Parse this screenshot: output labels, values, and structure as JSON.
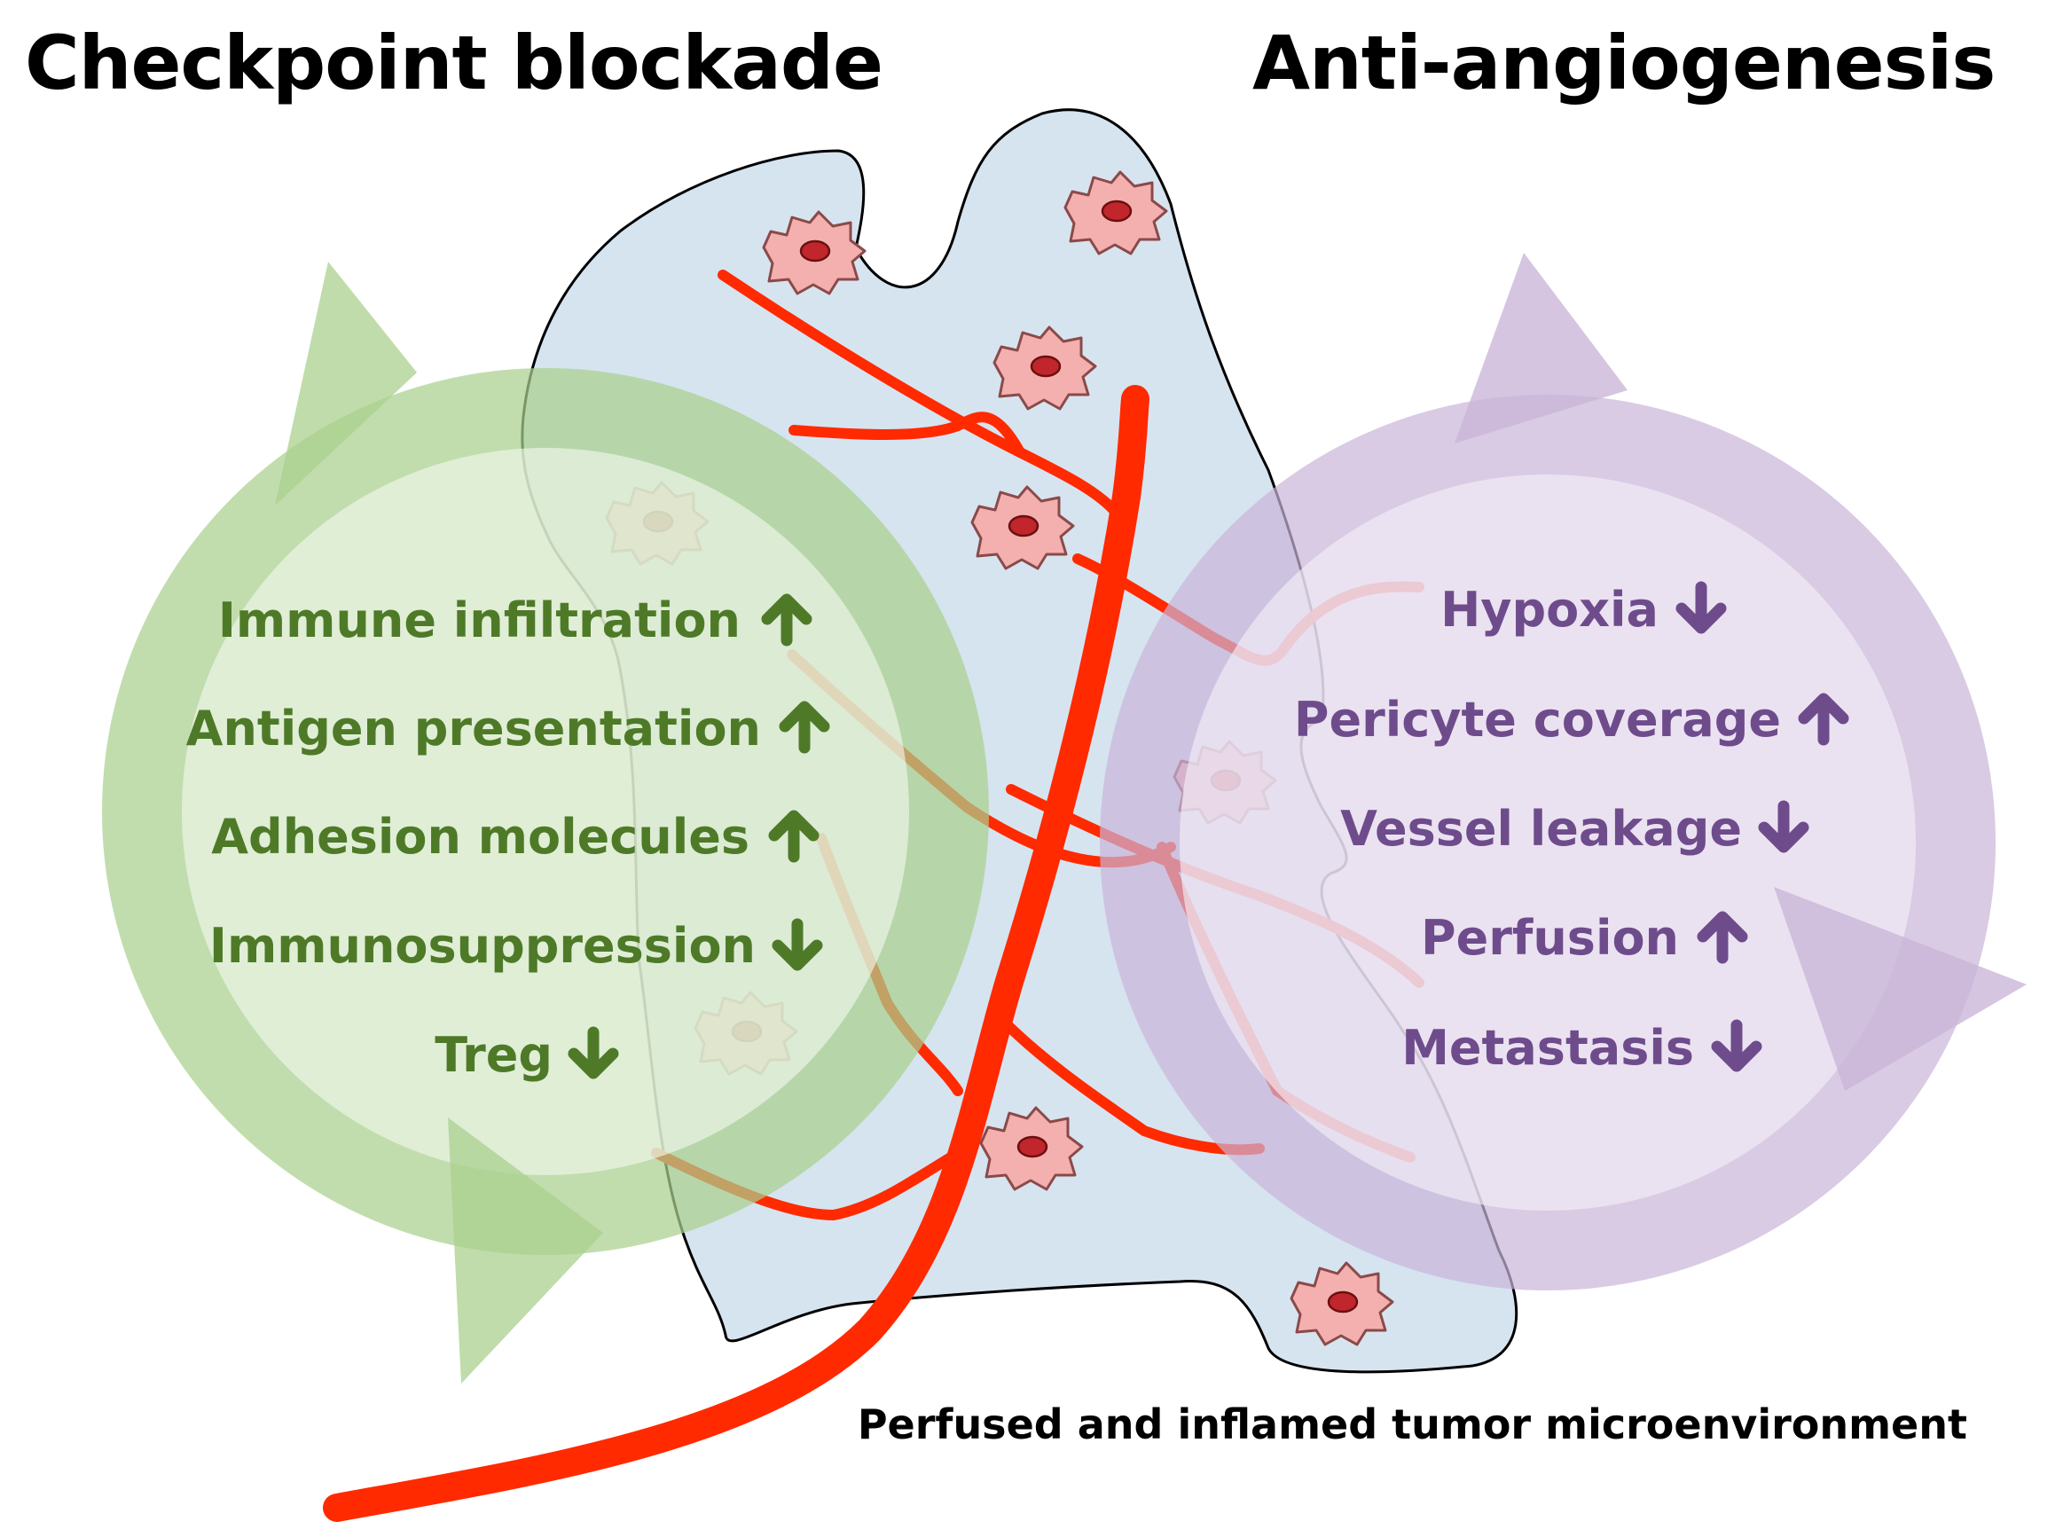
{
  "headings": {
    "left": "Checkpoint blockade",
    "right": "Anti-angiogenesis"
  },
  "checkpoint_blockade_effects": [
    {
      "label": "Immune infiltration",
      "arrow": "up"
    },
    {
      "label": "Antigen presentation",
      "arrow": "up"
    },
    {
      "label": "Adhesion molecules",
      "arrow": "up"
    },
    {
      "label": "Immunosuppression",
      "arrow": "down"
    },
    {
      "label": "Treg",
      "arrow": "down"
    }
  ],
  "anti_angiogenesis_effects": [
    {
      "label": "Hypoxia",
      "arrow": "down"
    },
    {
      "label": "Pericyte coverage",
      "arrow": "up"
    },
    {
      "label": "Vessel leakage",
      "arrow": "down"
    },
    {
      "label": "Perfusion",
      "arrow": "up"
    },
    {
      "label": "Metastasis",
      "arrow": "down"
    }
  ],
  "caption": "Perfused and inflamed tumor microenvironment",
  "colors": {
    "green_cycle": "#a9d08e",
    "green_text": "#4e7a28",
    "purple_cycle": "#c9b5d9",
    "purple_text": "#6e4c8c",
    "tumor_fill": "#d6e4f0",
    "vessel": "#ff2a00",
    "cell_body": "#f4b0ae",
    "cell_nucleus": "#c0262b"
  }
}
